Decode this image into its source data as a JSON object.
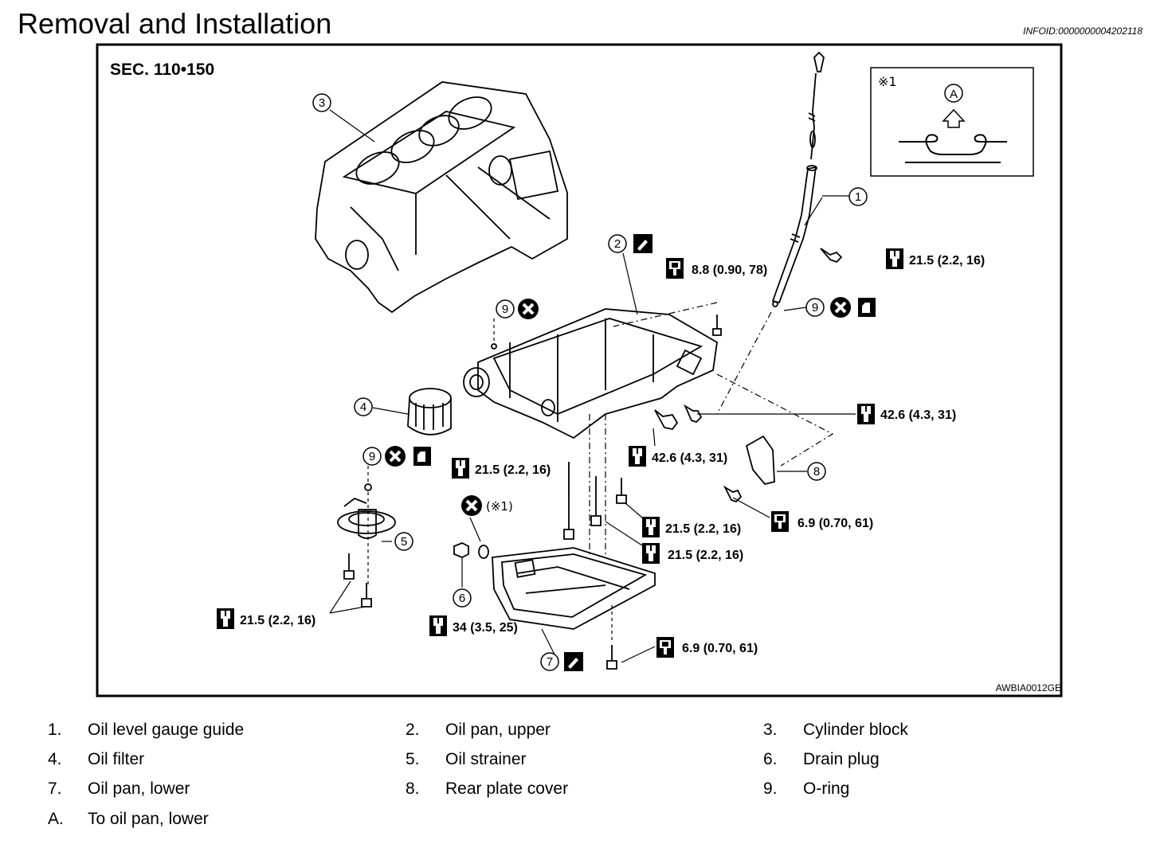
{
  "header": {
    "title": "Removal and Installation",
    "infoid": "INFOID:0000000004202118"
  },
  "diagram": {
    "section": "SEC. 110•150",
    "figure_code": "AWBIA0012GE",
    "inset": {
      "ref_mark": "※1",
      "callout": "A"
    },
    "callouts": [
      "1",
      "2",
      "3",
      "4",
      "5",
      "6",
      "7",
      "8",
      "9",
      "9",
      "9"
    ],
    "torque_specs": [
      "21.5 (2.2, 16)",
      "8.8 (0.90, 78)",
      "42.6 (4.3, 31)",
      "42.6 (4.3, 31)",
      "21.5 (2.2, 16)",
      "21.5 (2.2, 16)",
      "21.5 (2.2, 16)",
      "6.9 (0.70, 61)",
      "21.5 (2.2, 16)",
      "34 (3.5, 25)",
      "6.9 (0.70, 61)"
    ],
    "drain_ref": "(※1)"
  },
  "legend": {
    "items": [
      {
        "num": "1.",
        "label": "Oil level gauge guide"
      },
      {
        "num": "2.",
        "label": "Oil pan, upper"
      },
      {
        "num": "3.",
        "label": "Cylinder block"
      },
      {
        "num": "4.",
        "label": "Oil filter"
      },
      {
        "num": "5.",
        "label": "Oil strainer"
      },
      {
        "num": "6.",
        "label": "Drain plug"
      },
      {
        "num": "7.",
        "label": "Oil pan, lower"
      },
      {
        "num": "8.",
        "label": "Rear plate cover"
      },
      {
        "num": "9.",
        "label": "O-ring"
      },
      {
        "num": "A.",
        "label": "To oil pan, lower"
      }
    ]
  }
}
